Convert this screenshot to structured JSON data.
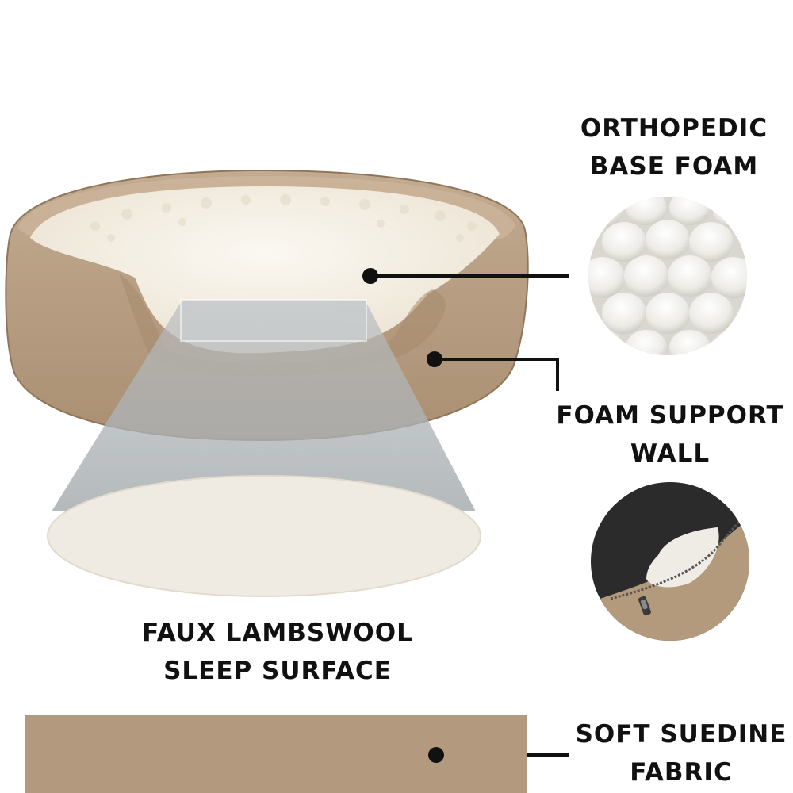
{
  "features": {
    "orthopedic": {
      "line1": "ORTHOPEDIC",
      "line2": "BASE FOAM"
    },
    "wall": {
      "line1": "FOAM SUPPORT",
      "line2": "WALL"
    },
    "surface": {
      "line1": "FAUX LAMBSWOOL",
      "line2": "SLEEP SURFACE"
    },
    "fabric": {
      "line1": "SOFT SUEDINE",
      "line2": "FABRIC"
    }
  },
  "colors": {
    "suede": "#b9a186",
    "suede_dark": "#9f8366",
    "fleece": "#f2ece0",
    "overlay": "#9aa1a6",
    "foam": "#f4f3ef",
    "cover_black": "#2a2a2a",
    "text": "#111111"
  },
  "icons": [
    "pointer-dot",
    "zipper-pull"
  ]
}
